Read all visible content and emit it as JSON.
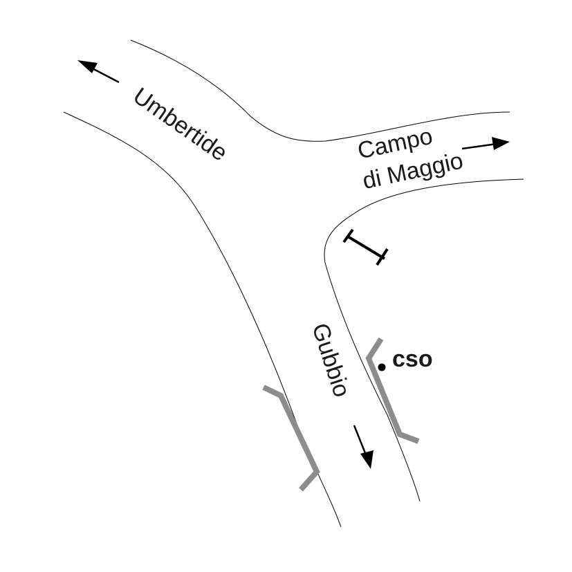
{
  "map": {
    "labels": {
      "umbertide": "Umbertide",
      "campo_line1": "Campo",
      "campo_line2": "di Maggio",
      "gubbio": "Gubbio",
      "cso": "cso"
    },
    "icons": {
      "direction_arrow": "arrow-icon",
      "station_marker": "point-marker-icon",
      "sensor": "gantry-sensor-icon",
      "guardrail": "guardrail-barrier"
    },
    "colors": {
      "road_edge": "#000000",
      "barrier": "#8c8c8c",
      "text": "#1a1a1a",
      "background": "#ffffff"
    }
  }
}
